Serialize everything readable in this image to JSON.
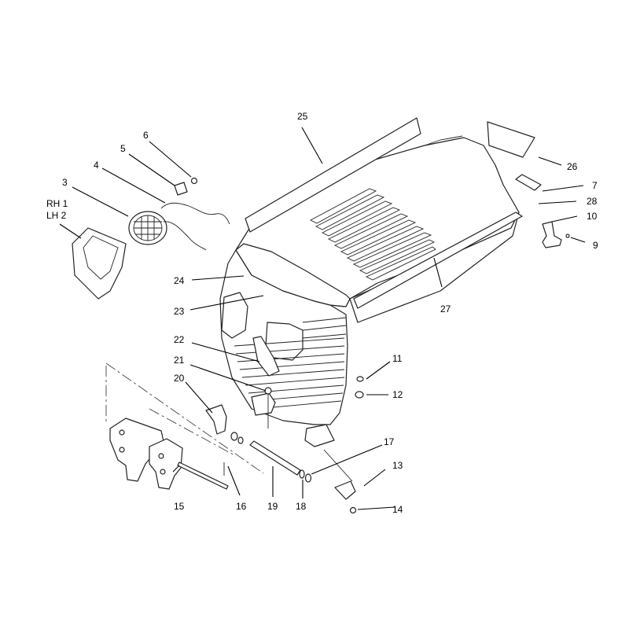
{
  "callouts": [
    {
      "id": "c25",
      "text": "25"
    },
    {
      "id": "c6",
      "text": "6"
    },
    {
      "id": "c5",
      "text": "5"
    },
    {
      "id": "c4",
      "text": "4"
    },
    {
      "id": "c3",
      "text": "3"
    },
    {
      "id": "c1",
      "text": "RH 1"
    },
    {
      "id": "c2",
      "text": "LH 2"
    },
    {
      "id": "c26",
      "text": "26"
    },
    {
      "id": "c7",
      "text": "7"
    },
    {
      "id": "c28",
      "text": "28"
    },
    {
      "id": "c10",
      "text": "10"
    },
    {
      "id": "c9",
      "text": "9"
    },
    {
      "id": "c24",
      "text": "24"
    },
    {
      "id": "c23",
      "text": "23"
    },
    {
      "id": "c27",
      "text": "27"
    },
    {
      "id": "c22",
      "text": "22"
    },
    {
      "id": "c21",
      "text": "21"
    },
    {
      "id": "c20",
      "text": "20"
    },
    {
      "id": "c11",
      "text": "11"
    },
    {
      "id": "c12",
      "text": "12"
    },
    {
      "id": "c17",
      "text": "17"
    },
    {
      "id": "c13",
      "text": "13"
    },
    {
      "id": "c15",
      "text": "15"
    },
    {
      "id": "c16",
      "text": "16"
    },
    {
      "id": "c19",
      "text": "19"
    },
    {
      "id": "c18",
      "text": "18"
    },
    {
      "id": "c14",
      "text": "14"
    }
  ]
}
